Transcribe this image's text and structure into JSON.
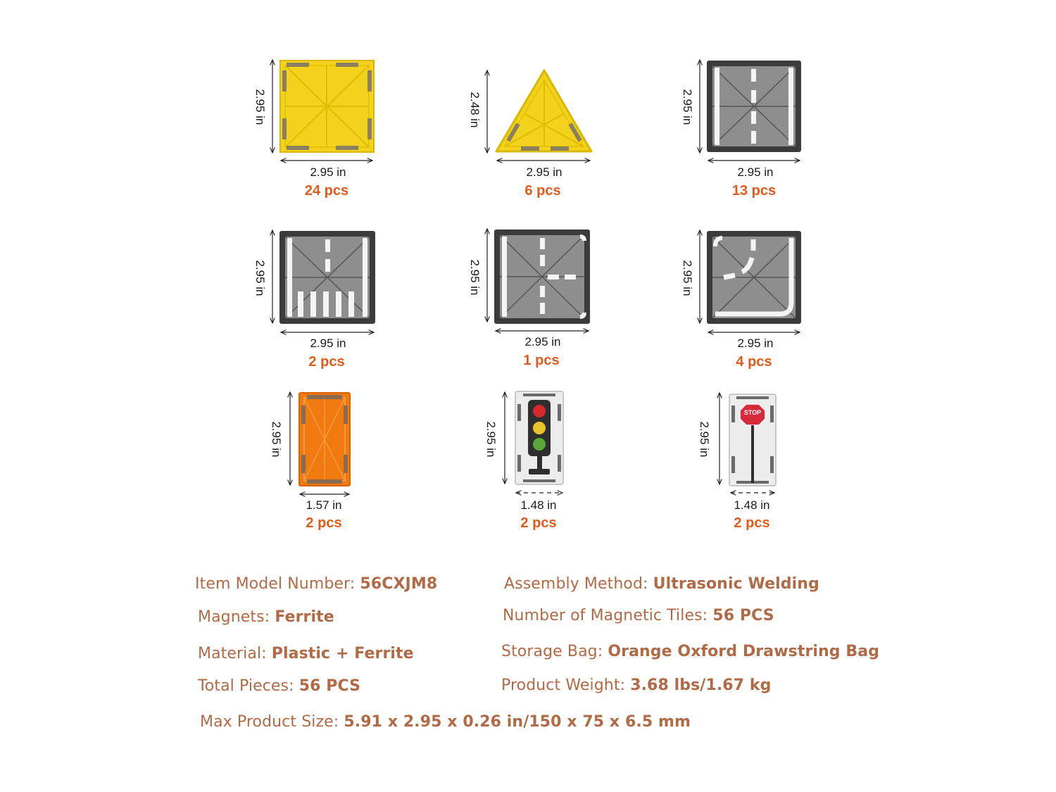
{
  "colors": {
    "count": "#e05a1a",
    "spec": "#b06a45",
    "yellow": "#f2d21c",
    "orange": "#f07a10",
    "gray_tile": "#8c8c8c",
    "frame": "#3a3a3a"
  },
  "pieces": [
    {
      "width_label": "2.95 in",
      "height_label": "2.95 in",
      "count": "24 pcs",
      "shape": "yellow-square"
    },
    {
      "width_label": "2.95 in",
      "height_label": "2.48 in",
      "count": "6 pcs",
      "shape": "yellow-triangle"
    },
    {
      "width_label": "2.95 in",
      "height_label": "2.95 in",
      "count": "13 pcs",
      "shape": "road-straight"
    },
    {
      "width_label": "2.95 in",
      "height_label": "2.95 in",
      "count": "2 pcs",
      "shape": "road-crosswalk"
    },
    {
      "width_label": "2.95 in",
      "height_label": "2.95 in",
      "count": "1 pcs",
      "shape": "road-t-junction"
    },
    {
      "width_label": "2.95 in",
      "height_label": "2.95 in",
      "count": "4 pcs",
      "shape": "road-curve"
    },
    {
      "width_label": "1.57 in",
      "height_label": "2.95 in",
      "count": "2 pcs",
      "shape": "orange-rectangle"
    },
    {
      "width_label": "1.48 in",
      "height_label": "2.95 in",
      "count": "2 pcs",
      "shape": "traffic-light"
    },
    {
      "width_label": "1.48 in",
      "height_label": "2.95 in",
      "count": "2 pcs",
      "shape": "stop-sign"
    }
  ],
  "stop_sign_text": "STOP",
  "specs": {
    "model": {
      "label": "Item Model Number: ",
      "value": "56CXJM8"
    },
    "assembly": {
      "label": "Assembly Method: ",
      "value": "Ultrasonic Welding"
    },
    "magnets": {
      "label": "Magnets: ",
      "value": "Ferrite"
    },
    "tiles": {
      "label": "Number of Magnetic Tiles: ",
      "value": "56 PCS"
    },
    "material": {
      "label": "Material: ",
      "value": "Plastic + Ferrite"
    },
    "bag": {
      "label": "Storage Bag: ",
      "value": "Orange Oxford Drawstring Bag"
    },
    "total": {
      "label": "Total Pieces: ",
      "value": "56 PCS"
    },
    "weight": {
      "label": "Product Weight: ",
      "value": "3.68 lbs/1.67 kg"
    },
    "size": {
      "label": "Max Product Size: ",
      "value": "5.91 x 2.95 x 0.26 in/150 x 75 x 6.5 mm"
    }
  }
}
